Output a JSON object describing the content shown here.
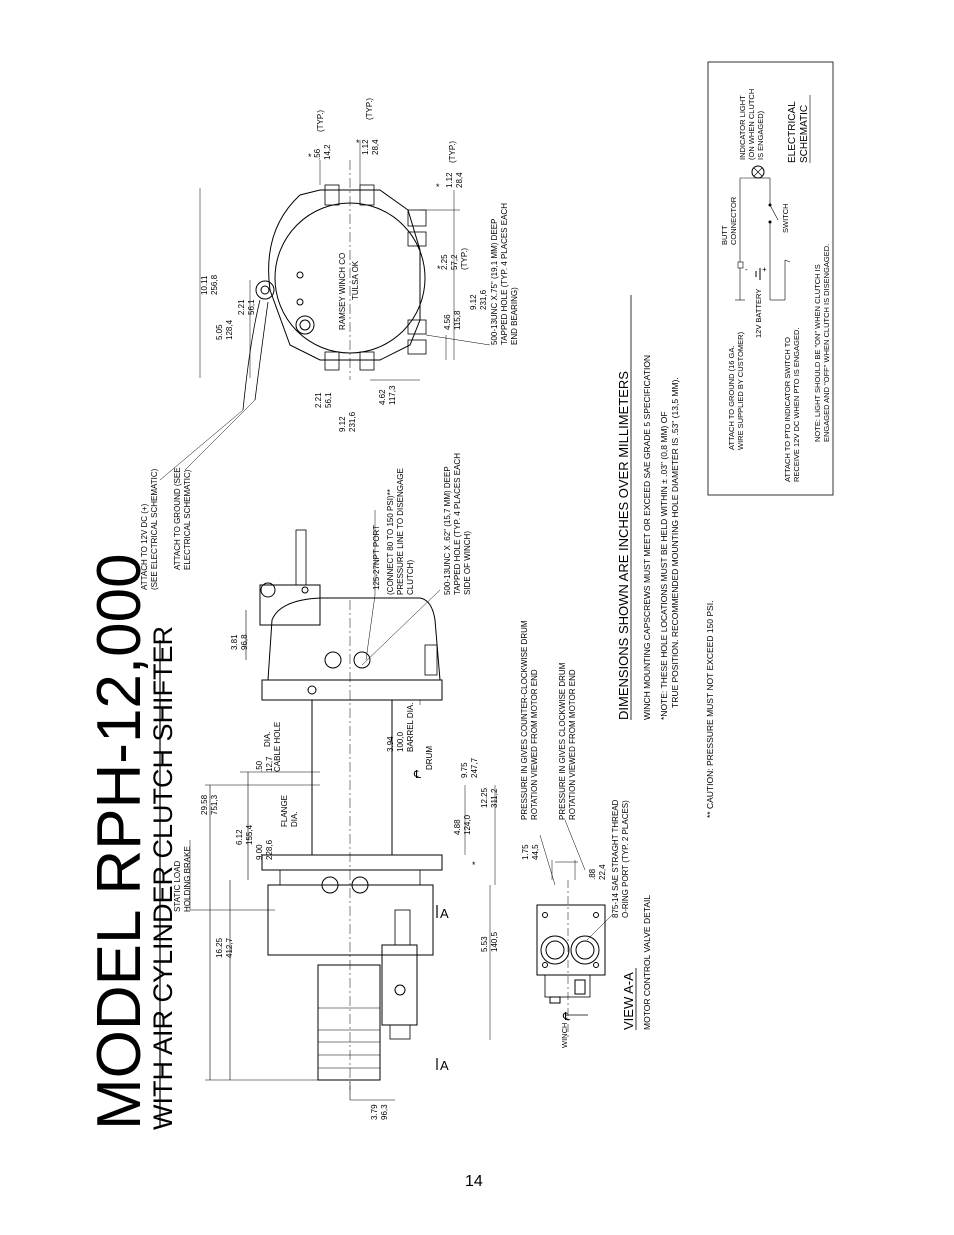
{
  "title": "MODEL RPH-12,000",
  "subtitle": "WITH AIR CYLINDER CLUTCH SHIFTER",
  "page_number": "14",
  "section_header": "DIMENSIONS SHOWN ARE INCHES OVER MILLIMETERS",
  "notes": {
    "mounting_spec": "WINCH MOUNTING CAPSCREWS MUST MEET OR EXCEED SAE GRADE 5 SPECIFICATION",
    "hole_note_1": "*NOTE: THESE HOLE LOCATIONS MUST BE HELD WITHIN ± .03\" (0,8 MM) OF",
    "hole_note_2": "TRUE POSITION. RECOMMENDED MOUNTING HOLE DIAMETER IS .53\" (13,5 MM).",
    "caution": "** CAUTION: PRESSURE MUST NOT EXCEED 150 PSI."
  },
  "view_aa": {
    "title": "VIEW A-A",
    "caption": "MOTOR CONTROL VALVE DETAIL",
    "winch_cl": "WINCH",
    "port_1": "875-14 SAE STRAGHT THREAD",
    "port_2": "O-RING PORT (TYP. 2 PLACES)",
    "ccw_1": "PRESSURE IN GIVES COUNTER-CLOCKWISE DRUM",
    "ccw_2": "ROTATION VIEWED FROM MOTOR END",
    "cw_1": "PRESSURE IN GIVES CLOCKWISE DRUM",
    "cw_2": "ROTATION VIEWED FROM MOTOR END",
    "dim_175": "1.75",
    "dim_445": "44,5",
    "dim_088": ".88",
    "dim_224": "22,4"
  },
  "side_view": {
    "section_a": "A",
    "static_load_1": "STATIC LOAD",
    "static_load_2": "HOLDING BRAKE",
    "d_2958": "29.58",
    "d_7513": "751,3",
    "d_1625": "16.25",
    "d_4127": "412,7",
    "d_612": "6.12",
    "d_1554": "155,4",
    "d_900": "9.00",
    "d_2286": "228,6",
    "flange_1": "FLANGE",
    "flange_2": "DIA.",
    "d_050": ".50",
    "d_127": "12,7",
    "cable_1": "DIA.",
    "cable_2": "CABLE HOLE",
    "d_381": "3.81",
    "d_968": "96,8",
    "d_379": "3.79",
    "d_963": "96,3",
    "d_553": "5.53",
    "d_1405": "140,5",
    "d_488": "4.88",
    "d_1240": "124,0",
    "d_1225": "12.25",
    "d_3112": "311,2",
    "d_975": "9.75",
    "d_2477": "247,7",
    "d_394": "3.94",
    "d_1000": "100,0",
    "barrel": "BARREL DIA.",
    "drum": "DRUM",
    "port_1": "125-27NPT PORT",
    "port_2": "(CONNECT 80 TO 150 PSI)**",
    "port_3": "PRESSURE LINE TO DISENGAGE",
    "port_4": "CLUTCH)",
    "tap_1": "500-13UNC X .62\" (15,7 MM) DEEP",
    "tap_2": "TAPPED HOLE (TYP. 4 PLACES EACH",
    "tap_3": "SIDE OF WINCH)"
  },
  "end_view": {
    "maker_1": "RAMSEY WINCH CO",
    "maker_2": "TULSA OK",
    "attach_12v_1": "ATTACH TO 12V DC (+)",
    "attach_12v_2": "(SEE ELECTRICAL SCHEMATIC)",
    "attach_gnd_1": "ATTACH TO GROUND (SEE",
    "attach_gnd_2": "ELECTRICAL SCHEMATIC)",
    "d_1011": "10.11",
    "d_2568": "256,8",
    "d_505": "5.05",
    "d_1284": "128,4",
    "d_221a": "2.21",
    "d_561a": "56,1",
    "d_221b": "2.21",
    "d_561b": "56,1",
    "d_912a": "9.12",
    "d_2316a": "231,6",
    "d_462": "4.62",
    "d_1173": "117,3",
    "d_456": "4.56",
    "d_1158": "115,8",
    "d_912b": "9.12",
    "d_2316b": "231,6",
    "d_225": "2.25",
    "d_572": "57,2",
    "typ": "(TYP.)",
    "d_112a": "1.12",
    "d_284a": "28,4",
    "d_112b": "1.12",
    "d_284b": "28,4",
    "d_056": ".56",
    "d_142": "14,2",
    "tap_1": "500-13UNC X.75\" (19,1 MM) DEEP",
    "tap_2": "TAPPED HOLE (TYP. 4 PLACES EACH",
    "tap_3": "END BEARING)"
  },
  "schematic": {
    "title_1": "ELECTRICAL",
    "title_2": "SCHEMATIC",
    "indicator_1": "INDICATOR LIGHT",
    "indicator_2": "(ON WHEN CLUTCH",
    "indicator_3": "IS ENGAGED)",
    "butt_1": "BUTT",
    "butt_2": "CONNECTOR",
    "switch": "SWITCH",
    "battery": "12V BATTERY",
    "ground_1": "ATTACH TO GROUND (16 GA.",
    "ground_2": "WIRE SUPPLIED BY CUSTOMER)",
    "pto_1": "ATTACH TO PTO INDICATOR SWITCH TO",
    "pto_2": "RECEIVE 12V DC WHEN PTO IS ENGAGED.",
    "light_1": "NOTE: LIGHT SHOULD BE \"ON\" WHEN CLUTCH IS",
    "light_2": "ENGAGED AND \"OFF\" WHEN CLUTCH IS DISENGAGED.",
    "minus": "-",
    "plus": "+"
  },
  "asterisk": "*",
  "cl_symbol": "℄"
}
